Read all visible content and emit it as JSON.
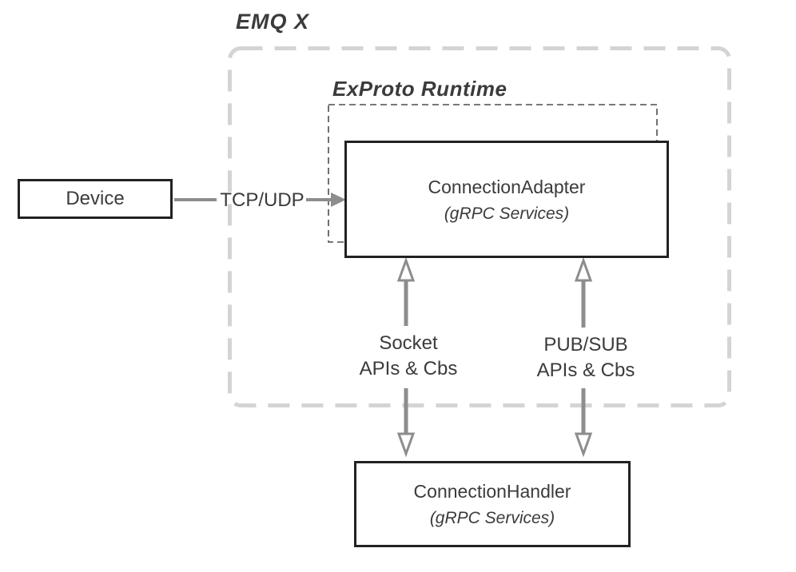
{
  "diagram": {
    "title": "EMQ X",
    "runtime_label": "ExProto Runtime",
    "nodes": {
      "device": {
        "label": "Device"
      },
      "adapter": {
        "label": "ConnectionAdapter",
        "sublabel": "(gRPC Services)"
      },
      "handler": {
        "label": "ConnectionHandler",
        "sublabel": "(gRPC Services)"
      }
    },
    "edges": {
      "tcp_udp": {
        "label": "TCP/UDP"
      },
      "socket": {
        "line1": "Socket",
        "line2": "APIs & Cbs"
      },
      "pubsub": {
        "line1": "PUB/SUB",
        "line2": "APIs & Cbs"
      }
    },
    "colors": {
      "background": "#ffffff",
      "text": "#3b3b3b",
      "box_border": "#222222",
      "arrow": "#8d8d8d",
      "outer_dash": "#d4d4d4",
      "inner_dash": "#4d4d4d"
    }
  }
}
